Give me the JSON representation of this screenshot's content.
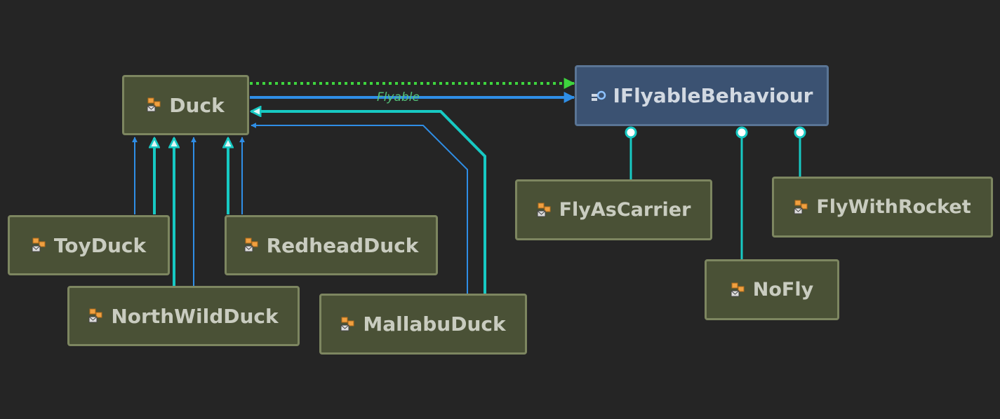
{
  "nodes": {
    "duck": "Duck",
    "iflyable": "IFlyableBehaviour",
    "toyduck": "ToyDuck",
    "redheadduck": "RedheadDuck",
    "northwildduck": "NorthWildDuck",
    "mallabuduck": "MallabuDuck",
    "flyascarrier": "FlyAsCarrier",
    "flywithrocket": "FlyWithRocket",
    "nofly": "NoFly"
  },
  "edge_label": "Flyable",
  "colors": {
    "background": "#252525",
    "class_fill": "#4a5136",
    "interface_fill": "#3b5272",
    "inheritance": "#17c9c3",
    "reference": "#2f8ee6",
    "dependency": "#3ed43e"
  },
  "icons": {
    "class": "class-icon",
    "interface": "interface-icon"
  }
}
